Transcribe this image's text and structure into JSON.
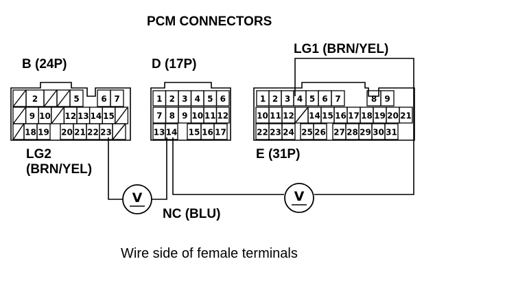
{
  "title": "PCM CONNECTORS",
  "caption": "Wire side of female terminals",
  "connectors": {
    "b": {
      "label": "B (24P)",
      "rows": [
        [
          "/",
          "2",
          "/",
          "/",
          "5",
          "",
          "6",
          "7"
        ],
        [
          "/",
          "9",
          "10",
          "/",
          "12",
          "13",
          "14",
          "15",
          "/"
        ],
        [
          "/",
          "18",
          "19",
          "",
          "20",
          "21",
          "22",
          "23",
          "/"
        ]
      ]
    },
    "d": {
      "label": "D (17P)",
      "rows": [
        [
          "1",
          "2",
          "3",
          "4",
          "5",
          "6"
        ],
        [
          "7",
          "8",
          "9",
          "10",
          "11",
          "12"
        ],
        [
          "13",
          "14",
          "",
          "15",
          "16",
          "17"
        ]
      ]
    },
    "e": {
      "label": "E (31P)",
      "rows": [
        [
          "1",
          "2",
          "3",
          "4",
          "5",
          "6",
          "7",
          "",
          "8",
          "9"
        ],
        [
          "10",
          "11",
          "12",
          "/",
          "14",
          "15",
          "16",
          "17",
          "18",
          "19",
          "20",
          "21"
        ],
        [
          "22",
          "23",
          "24",
          "",
          "25",
          "26",
          "",
          "27",
          "28",
          "29",
          "30",
          "31"
        ]
      ]
    }
  },
  "wires": {
    "lg1": "LG1 (BRN/YEL)",
    "lg2_line1": "LG2",
    "lg2_line2": "(BRN/YEL)",
    "nc": "NC (BLU)"
  },
  "meters": [
    {
      "name": "voltmeter-left",
      "symbol": "V"
    },
    {
      "name": "voltmeter-right",
      "symbol": "V"
    }
  ]
}
